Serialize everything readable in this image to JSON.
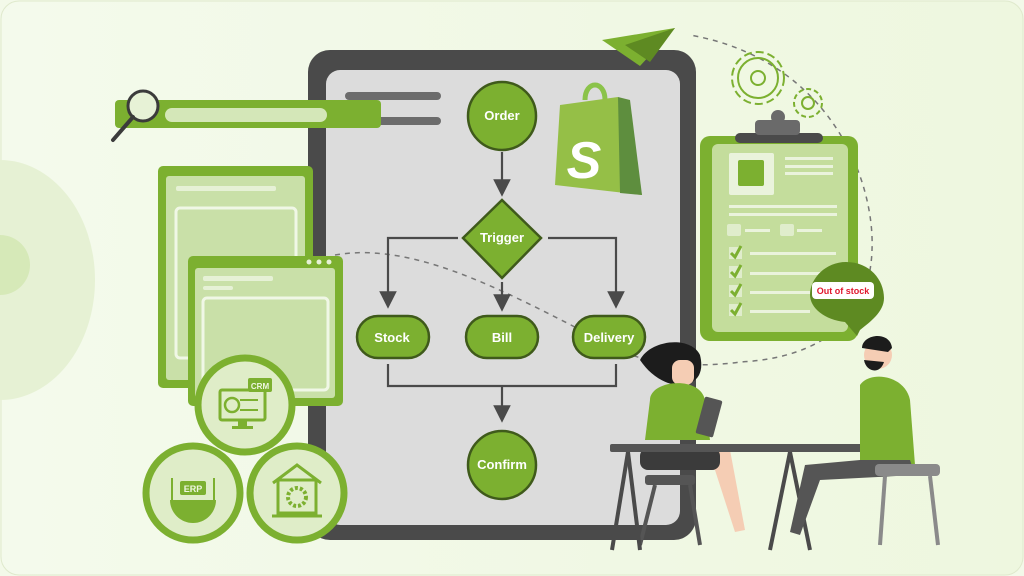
{
  "flowchart": {
    "start": "Order",
    "decision": "Trigger",
    "branches": [
      "Stock",
      "Bill",
      "Delivery"
    ],
    "end": "Confirm"
  },
  "integrations": {
    "crm_label": "CRM",
    "erp_label": "ERP"
  },
  "speech_bubble": {
    "text": "Out of stock"
  },
  "colors": {
    "brand_green": "#7cb030",
    "dark_green": "#5e8a22",
    "frame_gray": "#4a4a4a",
    "screen_gray": "#dcdcdc",
    "alert_red": "#e0182d",
    "background": "#f3f9e9"
  },
  "icons": [
    "search-icon",
    "shopify-bag-icon",
    "paper-plane-icon",
    "gear-icon",
    "clipboard-icon",
    "crm-monitor-icon",
    "erp-gear-icon",
    "smart-home-icon",
    "check-icon"
  ]
}
